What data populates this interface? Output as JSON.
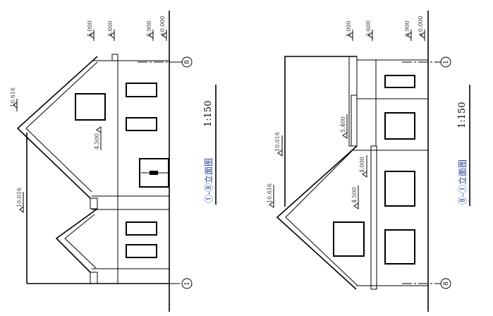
{
  "left_elevation": {
    "title": "①-⑧立面图",
    "scale": "1:150",
    "levels": {
      "l5000": "5.000",
      "l3600": "3.600",
      "l0900": "0.900",
      "l0000": "±0.000",
      "l10616": "10.616",
      "l10016": "10.016",
      "l4500": "4.500"
    },
    "axis_top": "8",
    "axis_bottom": "1"
  },
  "right_elevation": {
    "title": "⑧-①立面图",
    "scale": "1:150",
    "levels": {
      "l5000": "5.000",
      "l3600": "3.600",
      "l0900": "0.900",
      "l0000": "±0.000",
      "l5400": "5.400",
      "l4000": "4.000",
      "l4500": "4.500",
      "l10016": "10.016",
      "l10616": "10.616"
    },
    "axis_top": "1",
    "axis_bottom": "8"
  }
}
